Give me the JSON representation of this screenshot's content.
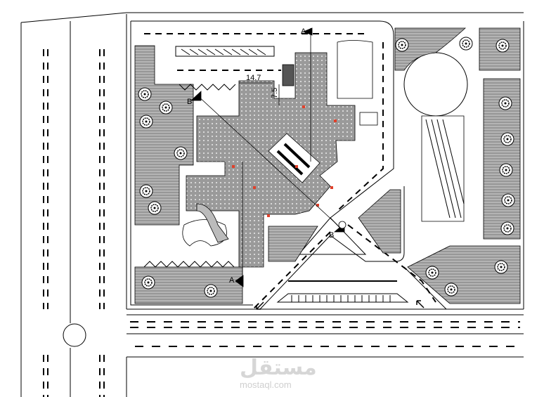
{
  "plan": {
    "dimension_width": "14.7",
    "dimension_height": "7.5",
    "section_marks": [
      "A",
      "A",
      "B",
      "B"
    ]
  },
  "watermark": {
    "arabic": "مستقل",
    "latin": "mostaql.com"
  },
  "colors": {
    "hatch": "#9a9a9a",
    "building": "#8c8c8c",
    "accent_red": "#e0402a"
  }
}
